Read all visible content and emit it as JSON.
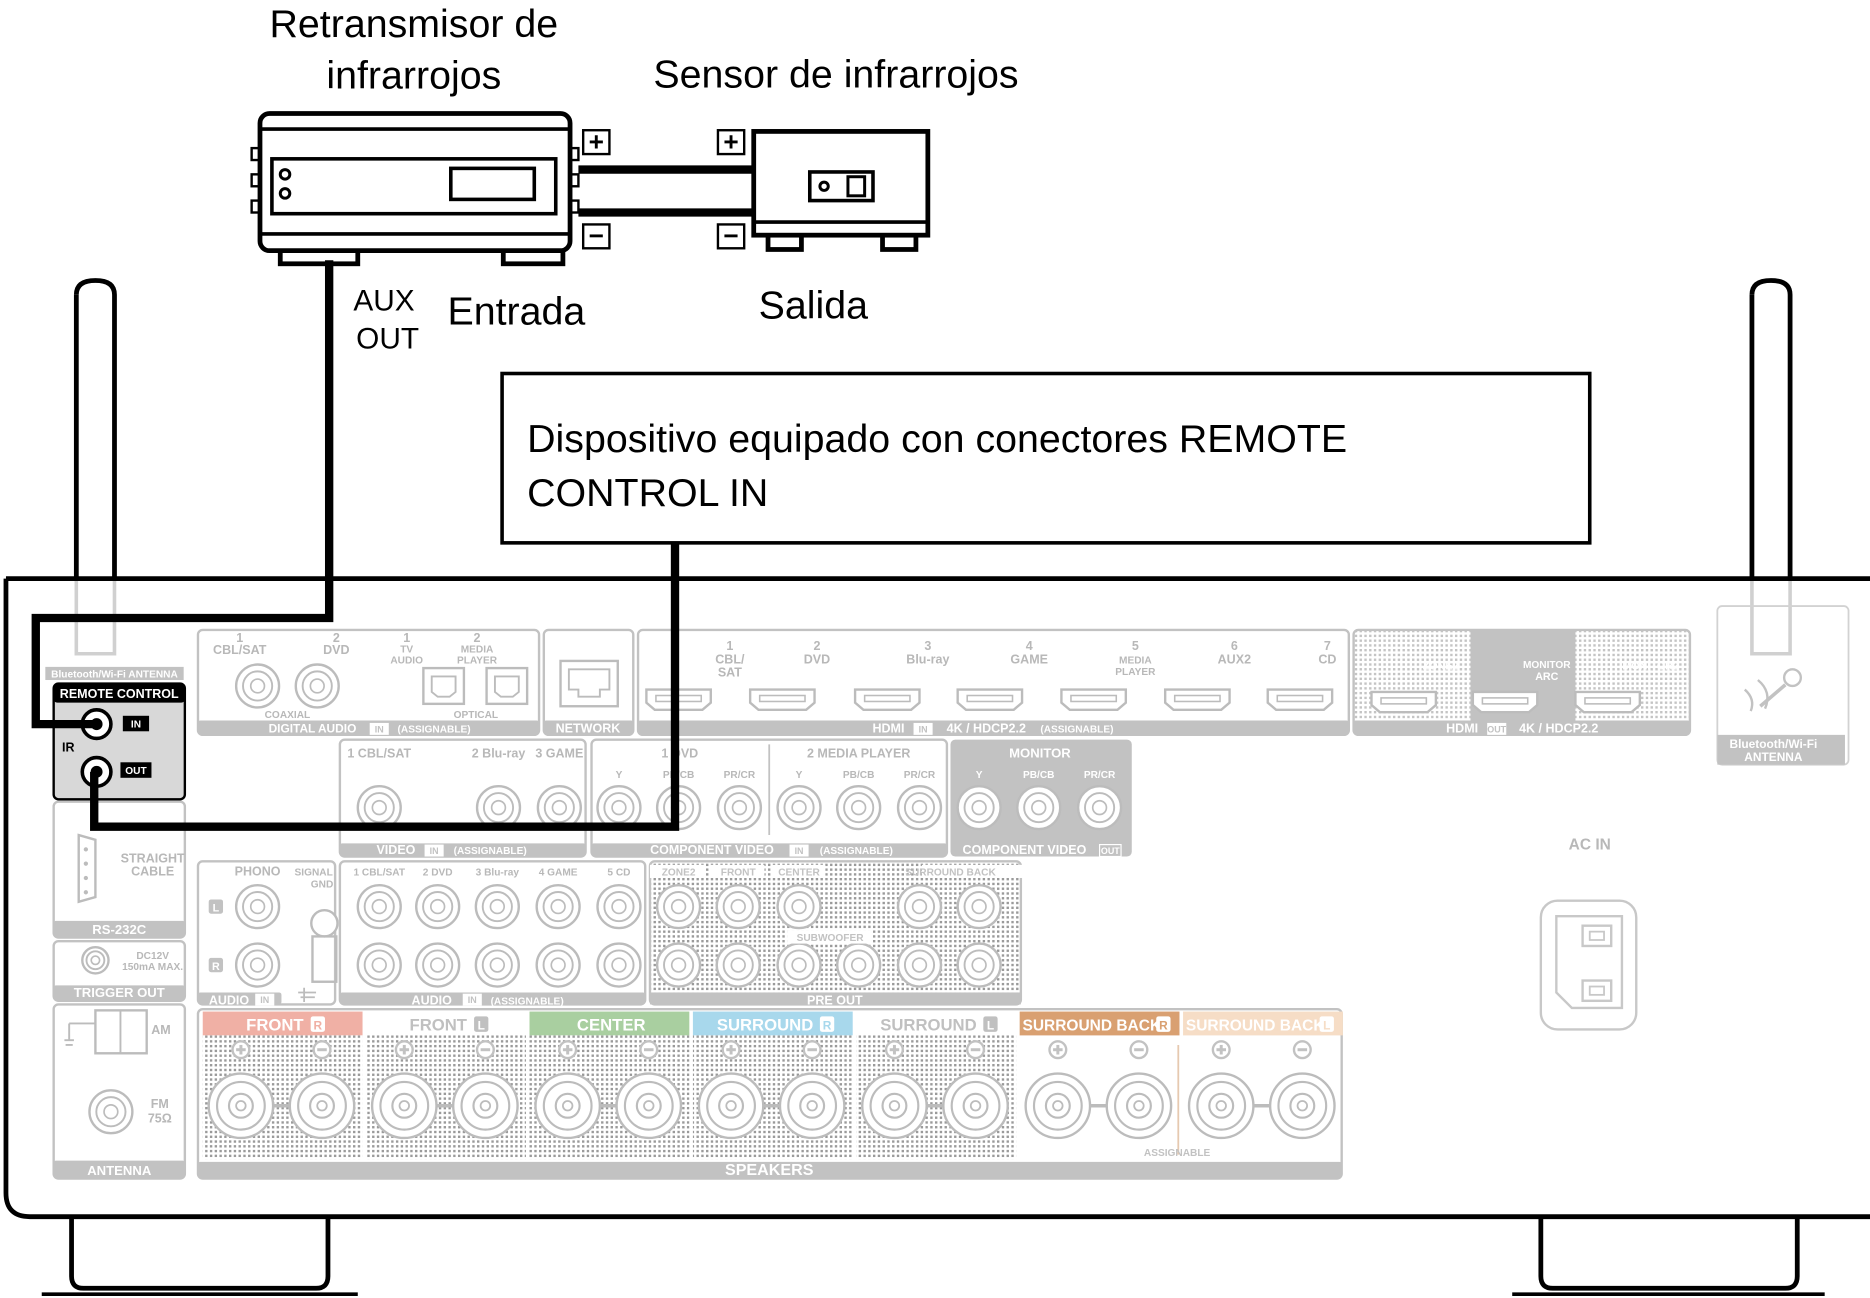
{
  "devices": {
    "repeater": {
      "label_lines": [
        "Retransmisor de",
        "infrarrojos"
      ]
    },
    "sensor": {
      "label": "Sensor de infrarrojos"
    },
    "aux_out_lines": [
      "AUX",
      "OUT"
    ],
    "input_label": "Entrada",
    "output_label": "Salida",
    "polarity": {
      "plus": "+",
      "minus": "−"
    }
  },
  "callout": {
    "lines": [
      "Dispositivo equipado con conectores REMOTE",
      "CONTROL IN"
    ]
  },
  "receiver": {
    "antenna_left_label": "Bluetooth/Wi-Fi ANTENNA",
    "antenna_right_label_lines": [
      "Bluetooth/Wi-Fi",
      "ANTENNA"
    ],
    "remote_control": {
      "title": "REMOTE CONTROL",
      "ir": "IR",
      "in": "IN",
      "out": "OUT"
    },
    "digital_audio": {
      "inputs": [
        {
          "num": "1",
          "name": "CBL/SAT"
        },
        {
          "num": "2",
          "name": "DVD"
        },
        {
          "num": "1",
          "name": "TV AUDIO"
        },
        {
          "num": "2",
          "name": "MEDIA PLAYER"
        }
      ],
      "coaxial": "COAXIAL",
      "optical": "OPTICAL",
      "footer": "DIGITAL AUDIO",
      "in_tag": "IN",
      "assignable": "(ASSIGNABLE)"
    },
    "network": "NETWORK",
    "hdmi_in": {
      "inputs": [
        {
          "num": "1",
          "name": "CBL/ SAT"
        },
        {
          "num": "2",
          "name": "DVD"
        },
        {
          "num": "3",
          "name": "Blu-ray"
        },
        {
          "num": "4",
          "name": "GAME"
        },
        {
          "num": "5",
          "name": "MEDIA PLAYER"
        },
        {
          "num": "6",
          "name": "AUX2"
        },
        {
          "num": "7",
          "name": "CD"
        }
      ],
      "footer": "HDMI",
      "in_tag": "IN",
      "spec": "4K / HDCP2.2",
      "assignable": "(ASSIGNABLE)"
    },
    "hdmi_out": {
      "outputs": [
        "ZONE2",
        "MONITOR ARC",
        "MONITOR2"
      ],
      "footer": "HDMI",
      "out_tag": "OUT",
      "spec": "4K / HDCP2.2"
    },
    "video": {
      "inputs": [
        "1 CBL/SAT",
        "2 Blu-ray",
        "3 GAME"
      ],
      "footer": "VIDEO",
      "in_tag": "IN",
      "assignable": "(ASSIGNABLE)"
    },
    "component_in": {
      "groups": [
        "1 DVD",
        "2 MEDIA PLAYER"
      ],
      "channels": [
        "Y",
        "PB/CB",
        "PR/CR"
      ],
      "footer": "COMPONENT VIDEO",
      "in_tag": "IN",
      "assignable": "(ASSIGNABLE)"
    },
    "monitor": {
      "title": "MONITOR",
      "channels": [
        "Y",
        "PB/CB",
        "PR/CR"
      ],
      "footer": "COMPONENT VIDEO",
      "out_tag": "OUT"
    },
    "rs232c": {
      "label_lines": [
        "STRAIGHT",
        "CABLE"
      ],
      "footer": "RS-232C"
    },
    "trigger": {
      "label_lines": [
        "DC12V",
        "150mA MAX."
      ],
      "footer": "TRIGGER OUT"
    },
    "antenna": {
      "am": "AM",
      "fm_lines": [
        "FM",
        "75Ω"
      ],
      "footer": "ANTENNA"
    },
    "phono": {
      "label": "PHONO",
      "l": "L",
      "r": "R",
      "signal_gnd_lines": [
        "SIGNAL",
        "GND"
      ],
      "footer": "AUDIO",
      "in_tag": "IN"
    },
    "audio_in": {
      "inputs": [
        "1 CBL/SAT",
        "2 DVD",
        "3 Blu-ray",
        "4 GAME",
        "5 CD"
      ],
      "footer": "AUDIO",
      "in_tag": "IN",
      "assignable": "(ASSIGNABLE)"
    },
    "pre_out": {
      "headers": [
        "ZONE2",
        "FRONT",
        "CENTER",
        "SURROUND",
        "SURROUND BACK"
      ],
      "subwoofer": "SUBWOOFER",
      "footer": "PRE OUT"
    },
    "speakers": {
      "channels": [
        {
          "name": "FRONT",
          "side": "R",
          "color": "#f0b0a5",
          "text": "#ffffff"
        },
        {
          "name": "FRONT",
          "side": "L",
          "color": "#ffffff",
          "text": "#c0c0c0"
        },
        {
          "name": "CENTER",
          "side": "",
          "color": "#a9cfa0",
          "text": "#ffffff"
        },
        {
          "name": "SURROUND",
          "side": "R",
          "color": "#a8d8ec",
          "text": "#ffffff"
        },
        {
          "name": "SURROUND",
          "side": "L",
          "color": "#ffffff",
          "text": "#c0c0c0"
        },
        {
          "name": "SURROUND BACK",
          "side": "R",
          "color": "#d9a071",
          "text": "#ffffff"
        },
        {
          "name": "SURROUND BACK",
          "side": "L",
          "color": "#f6ddc6",
          "text": "#ffffff"
        }
      ],
      "assignable": "ASSIGNABLE",
      "footer": "SPEAKERS"
    },
    "ac_in": "AC IN"
  }
}
